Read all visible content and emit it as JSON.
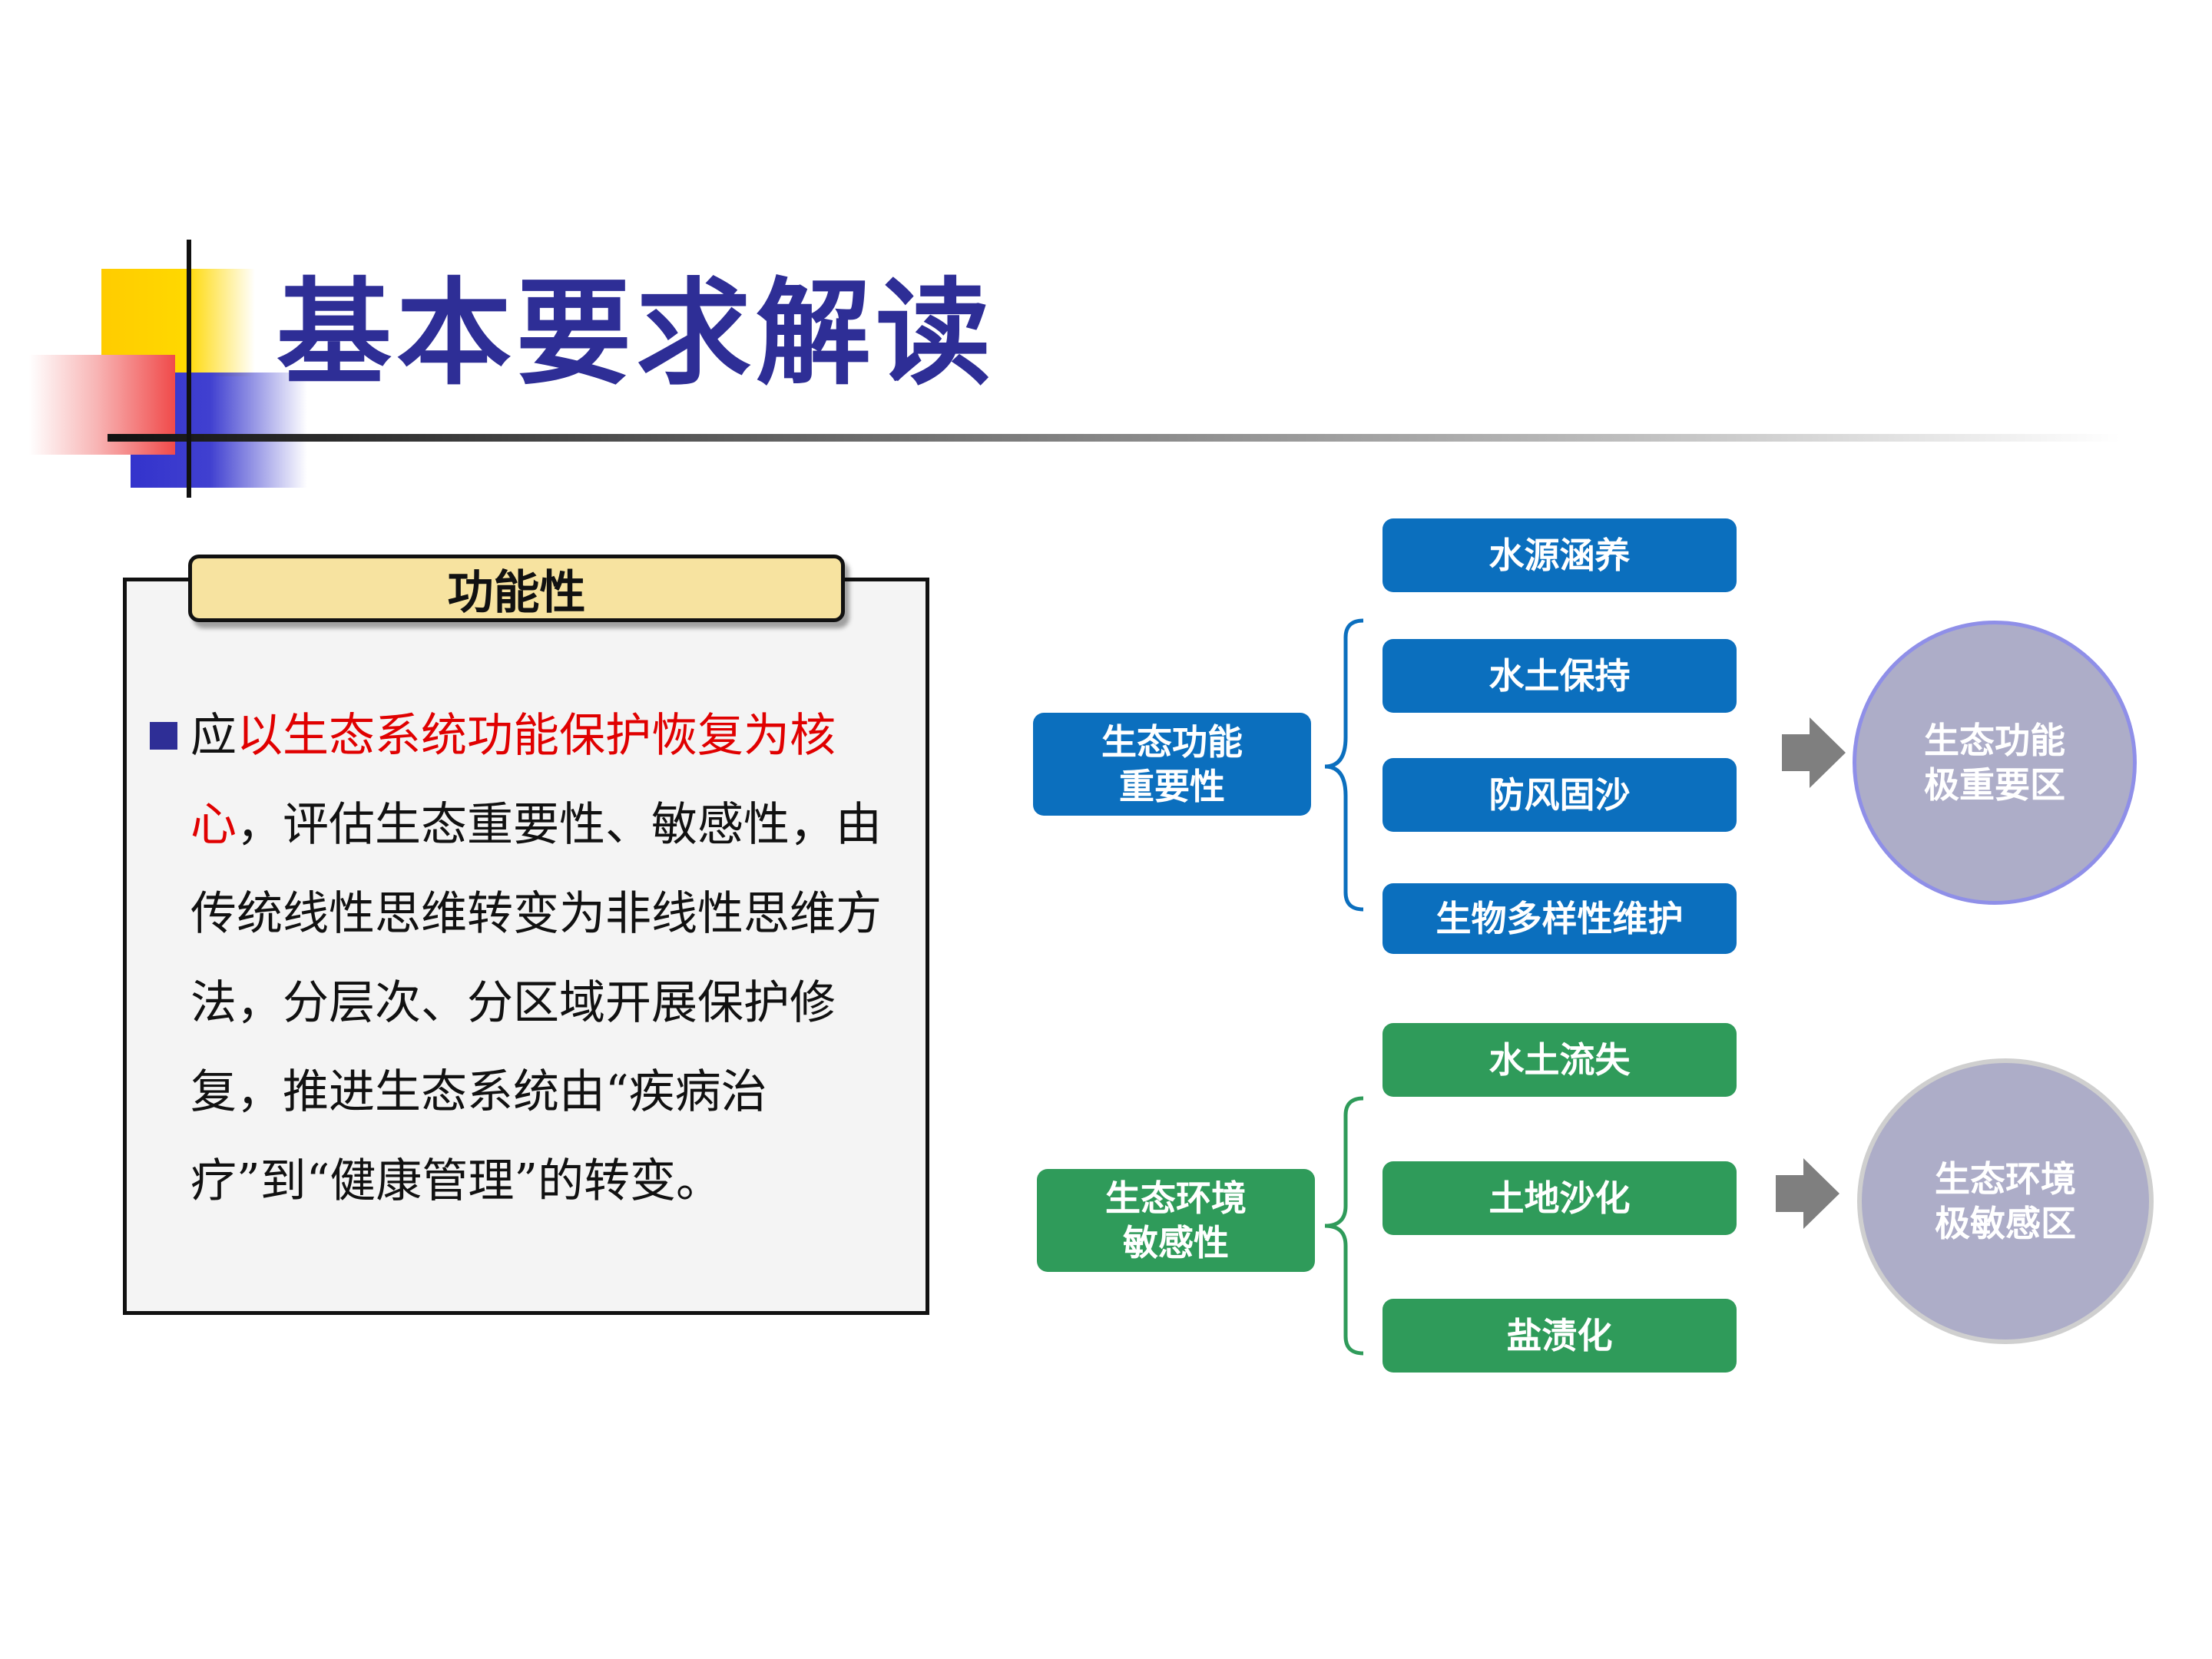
{
  "title": "基本要求解读",
  "panel": {
    "tab_label": "功能性",
    "para_prefix": "应",
    "para_highlight": "以生态系统功能保护恢复为核心",
    "para_rest": "，评估生态重要性、敏感性，由传统线性思维转变为非线性思维方法，分层次、分区域开展保护修复，推进生态系统由“疾病治疗”到“健康管理”的转变。"
  },
  "diagram": {
    "group1": {
      "source": [
        "生态功能",
        "重要性"
      ],
      "items": [
        "水源涵养",
        "水土保持",
        "防风固沙",
        "生物多样性维护"
      ],
      "result": [
        "生态功能",
        "极重要区"
      ]
    },
    "group2": {
      "source": [
        "生态环境",
        "敏感性"
      ],
      "items": [
        "水土流失",
        "土地沙化",
        "盐渍化"
      ],
      "result": [
        "生态环境",
        "极敏感区"
      ]
    }
  },
  "colors": {
    "title": "#2e2e96",
    "highlight": "#e00000",
    "blue_node": "#0b6fbe",
    "green_node": "#2f9b5a",
    "result_circle": "#adadc8",
    "tab_fill": "#f7e3a0"
  }
}
